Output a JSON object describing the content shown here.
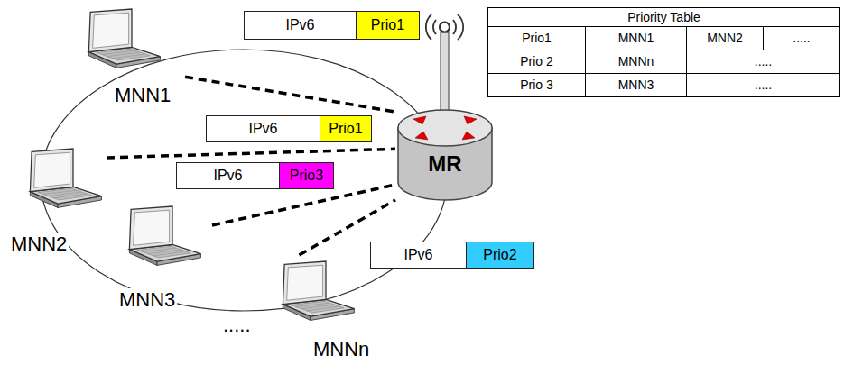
{
  "diagram": {
    "nodes": [
      {
        "text": [
          "MNN1"
        ]
      },
      {
        "text": [
          "IPv6",
          "Prio1"
        ]
      },
      {
        "text": [
          "Priority Table",
          "Prio1",
          "MNN1",
          "MNN2",
          ".....",
          "Prio 2",
          "MNNn",
          ".....",
          "Prio 3",
          "MNN3",
          "....."
        ]
      },
      {
        "text": [
          "IPv6",
          "Prio1"
        ]
      },
      {
        "text": [
          "MR"
        ]
      },
      {
        "text": [
          "MNN2"
        ]
      },
      {
        "text": [
          "IPv6",
          "Prio3"
        ]
      },
      {
        "text": [
          "MNN3"
        ]
      },
      {
        "text": [
          "IPv6",
          "Prio2"
        ]
      },
      {
        "text": [
          "MNNn"
        ]
      }
    ],
    "edges": [
      {
        "from": 0,
        "to": 4,
        "arrow": "none"
      },
      {
        "from": 5,
        "to": 4,
        "arrow": "none"
      },
      {
        "from": 7,
        "to": 4,
        "arrow": "none"
      },
      {
        "from": 9,
        "to": 4,
        "arrow": "none"
      }
    ],
    "labels": [
      "....."
    ]
  }
}
